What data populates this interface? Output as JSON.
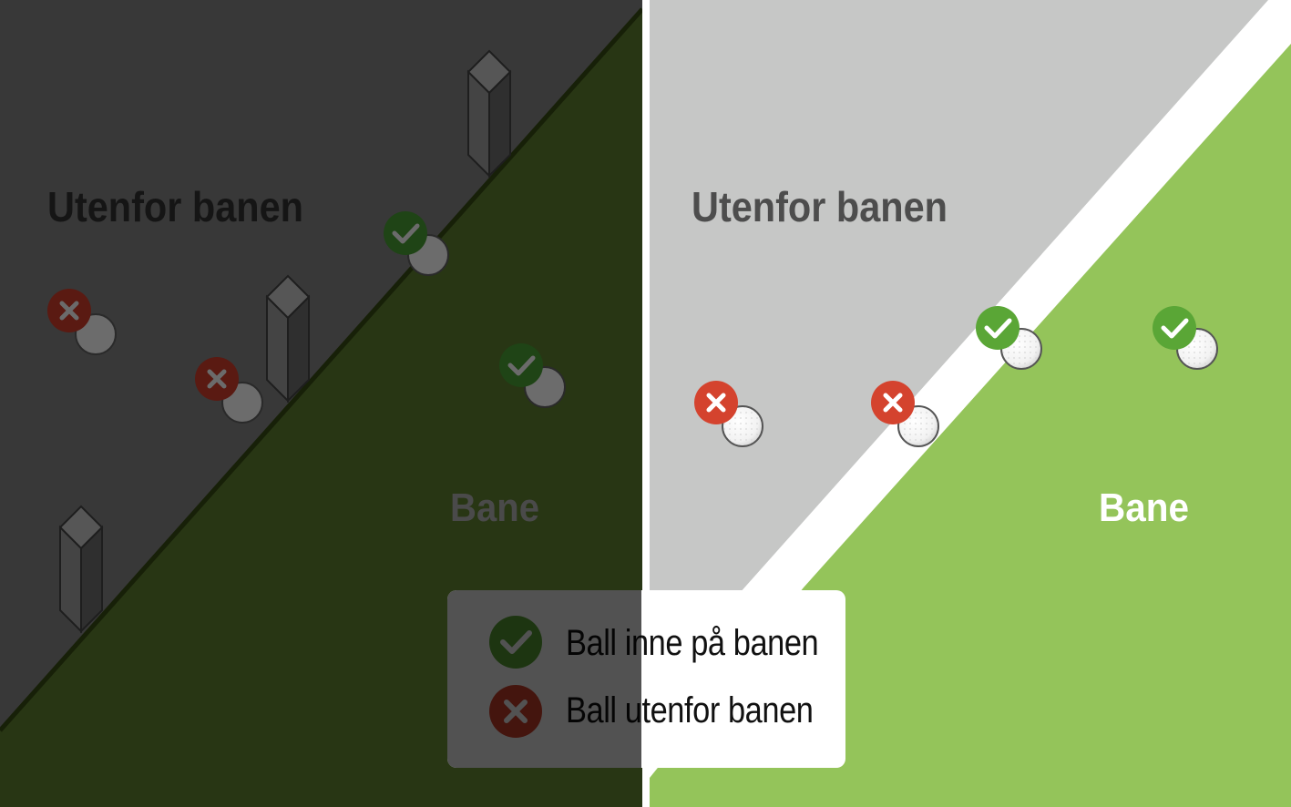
{
  "left_panel": {
    "outside_label": "Utenfor banen",
    "course_label": "Bane",
    "balls": [
      {
        "status": "out",
        "icon": "cross-icon"
      },
      {
        "status": "out",
        "icon": "cross-icon"
      },
      {
        "status": "in",
        "icon": "check-icon"
      },
      {
        "status": "in",
        "icon": "check-icon"
      }
    ],
    "posts": 3
  },
  "right_panel": {
    "outside_label": "Utenfor banen",
    "course_label": "Bane",
    "balls": [
      {
        "status": "out",
        "icon": "cross-icon"
      },
      {
        "status": "out",
        "icon": "cross-icon"
      },
      {
        "status": "in",
        "icon": "check-icon"
      },
      {
        "status": "in",
        "icon": "check-icon"
      }
    ]
  },
  "legend": {
    "in_label": "Ball inne på banen",
    "out_label": "Ball utenfor banen"
  },
  "colors": {
    "in_green": "#5aa636",
    "out_red": "#d4432e",
    "course_green": "#94c45a",
    "outside_grey": "#c6c7c6",
    "boundary_line": "#ffffff",
    "dim_overlay": "rgba(0,0,0,0.7)"
  }
}
